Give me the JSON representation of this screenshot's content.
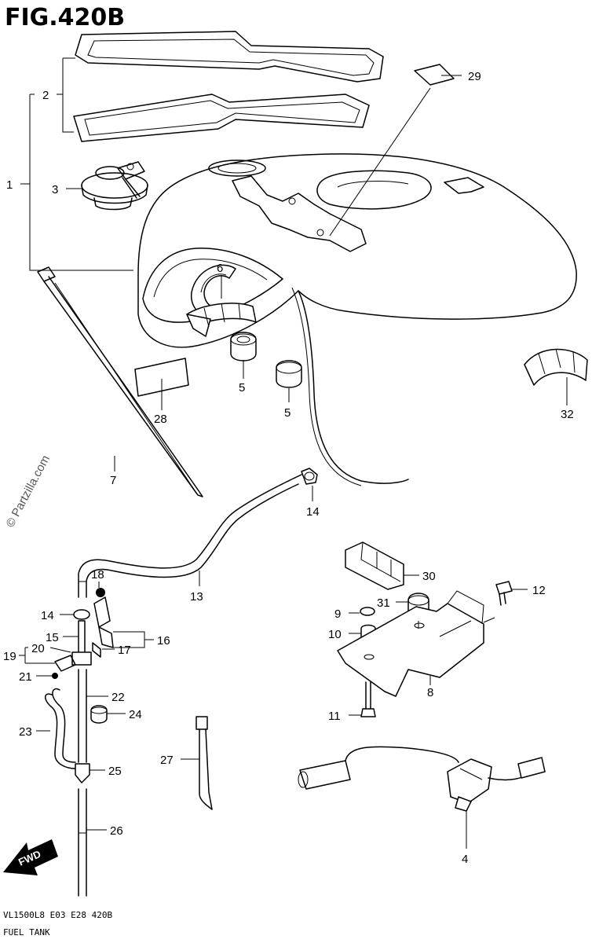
{
  "figure": {
    "title": "FIG.420B",
    "model_code": "VL1500L8  E03  E28  420B",
    "section": "FUEL TANK",
    "watermark": "© Partzilla.com",
    "direction_label": "FWD"
  },
  "callouts": [
    {
      "id": "c1",
      "label": "1"
    },
    {
      "id": "c2",
      "label": "2"
    },
    {
      "id": "c3",
      "label": "3"
    },
    {
      "id": "c4",
      "label": "4"
    },
    {
      "id": "c5a",
      "label": "5"
    },
    {
      "id": "c5b",
      "label": "5"
    },
    {
      "id": "c6",
      "label": "6"
    },
    {
      "id": "c7",
      "label": "7"
    },
    {
      "id": "c8",
      "label": "8"
    },
    {
      "id": "c9",
      "label": "9"
    },
    {
      "id": "c10",
      "label": "10"
    },
    {
      "id": "c11",
      "label": "11"
    },
    {
      "id": "c12",
      "label": "12"
    },
    {
      "id": "c13",
      "label": "13"
    },
    {
      "id": "c14a",
      "label": "14"
    },
    {
      "id": "c14b",
      "label": "14"
    },
    {
      "id": "c15",
      "label": "15"
    },
    {
      "id": "c16",
      "label": "16"
    },
    {
      "id": "c17",
      "label": "17"
    },
    {
      "id": "c18",
      "label": "18"
    },
    {
      "id": "c19",
      "label": "19"
    },
    {
      "id": "c20",
      "label": "20"
    },
    {
      "id": "c21",
      "label": "21"
    },
    {
      "id": "c22",
      "label": "22"
    },
    {
      "id": "c23",
      "label": "23"
    },
    {
      "id": "c24",
      "label": "24"
    },
    {
      "id": "c25",
      "label": "25"
    },
    {
      "id": "c26",
      "label": "26"
    },
    {
      "id": "c27",
      "label": "27"
    },
    {
      "id": "c28",
      "label": "28"
    },
    {
      "id": "c29",
      "label": "29"
    },
    {
      "id": "c30",
      "label": "30"
    },
    {
      "id": "c31",
      "label": "31"
    },
    {
      "id": "c32",
      "label": "32"
    }
  ]
}
